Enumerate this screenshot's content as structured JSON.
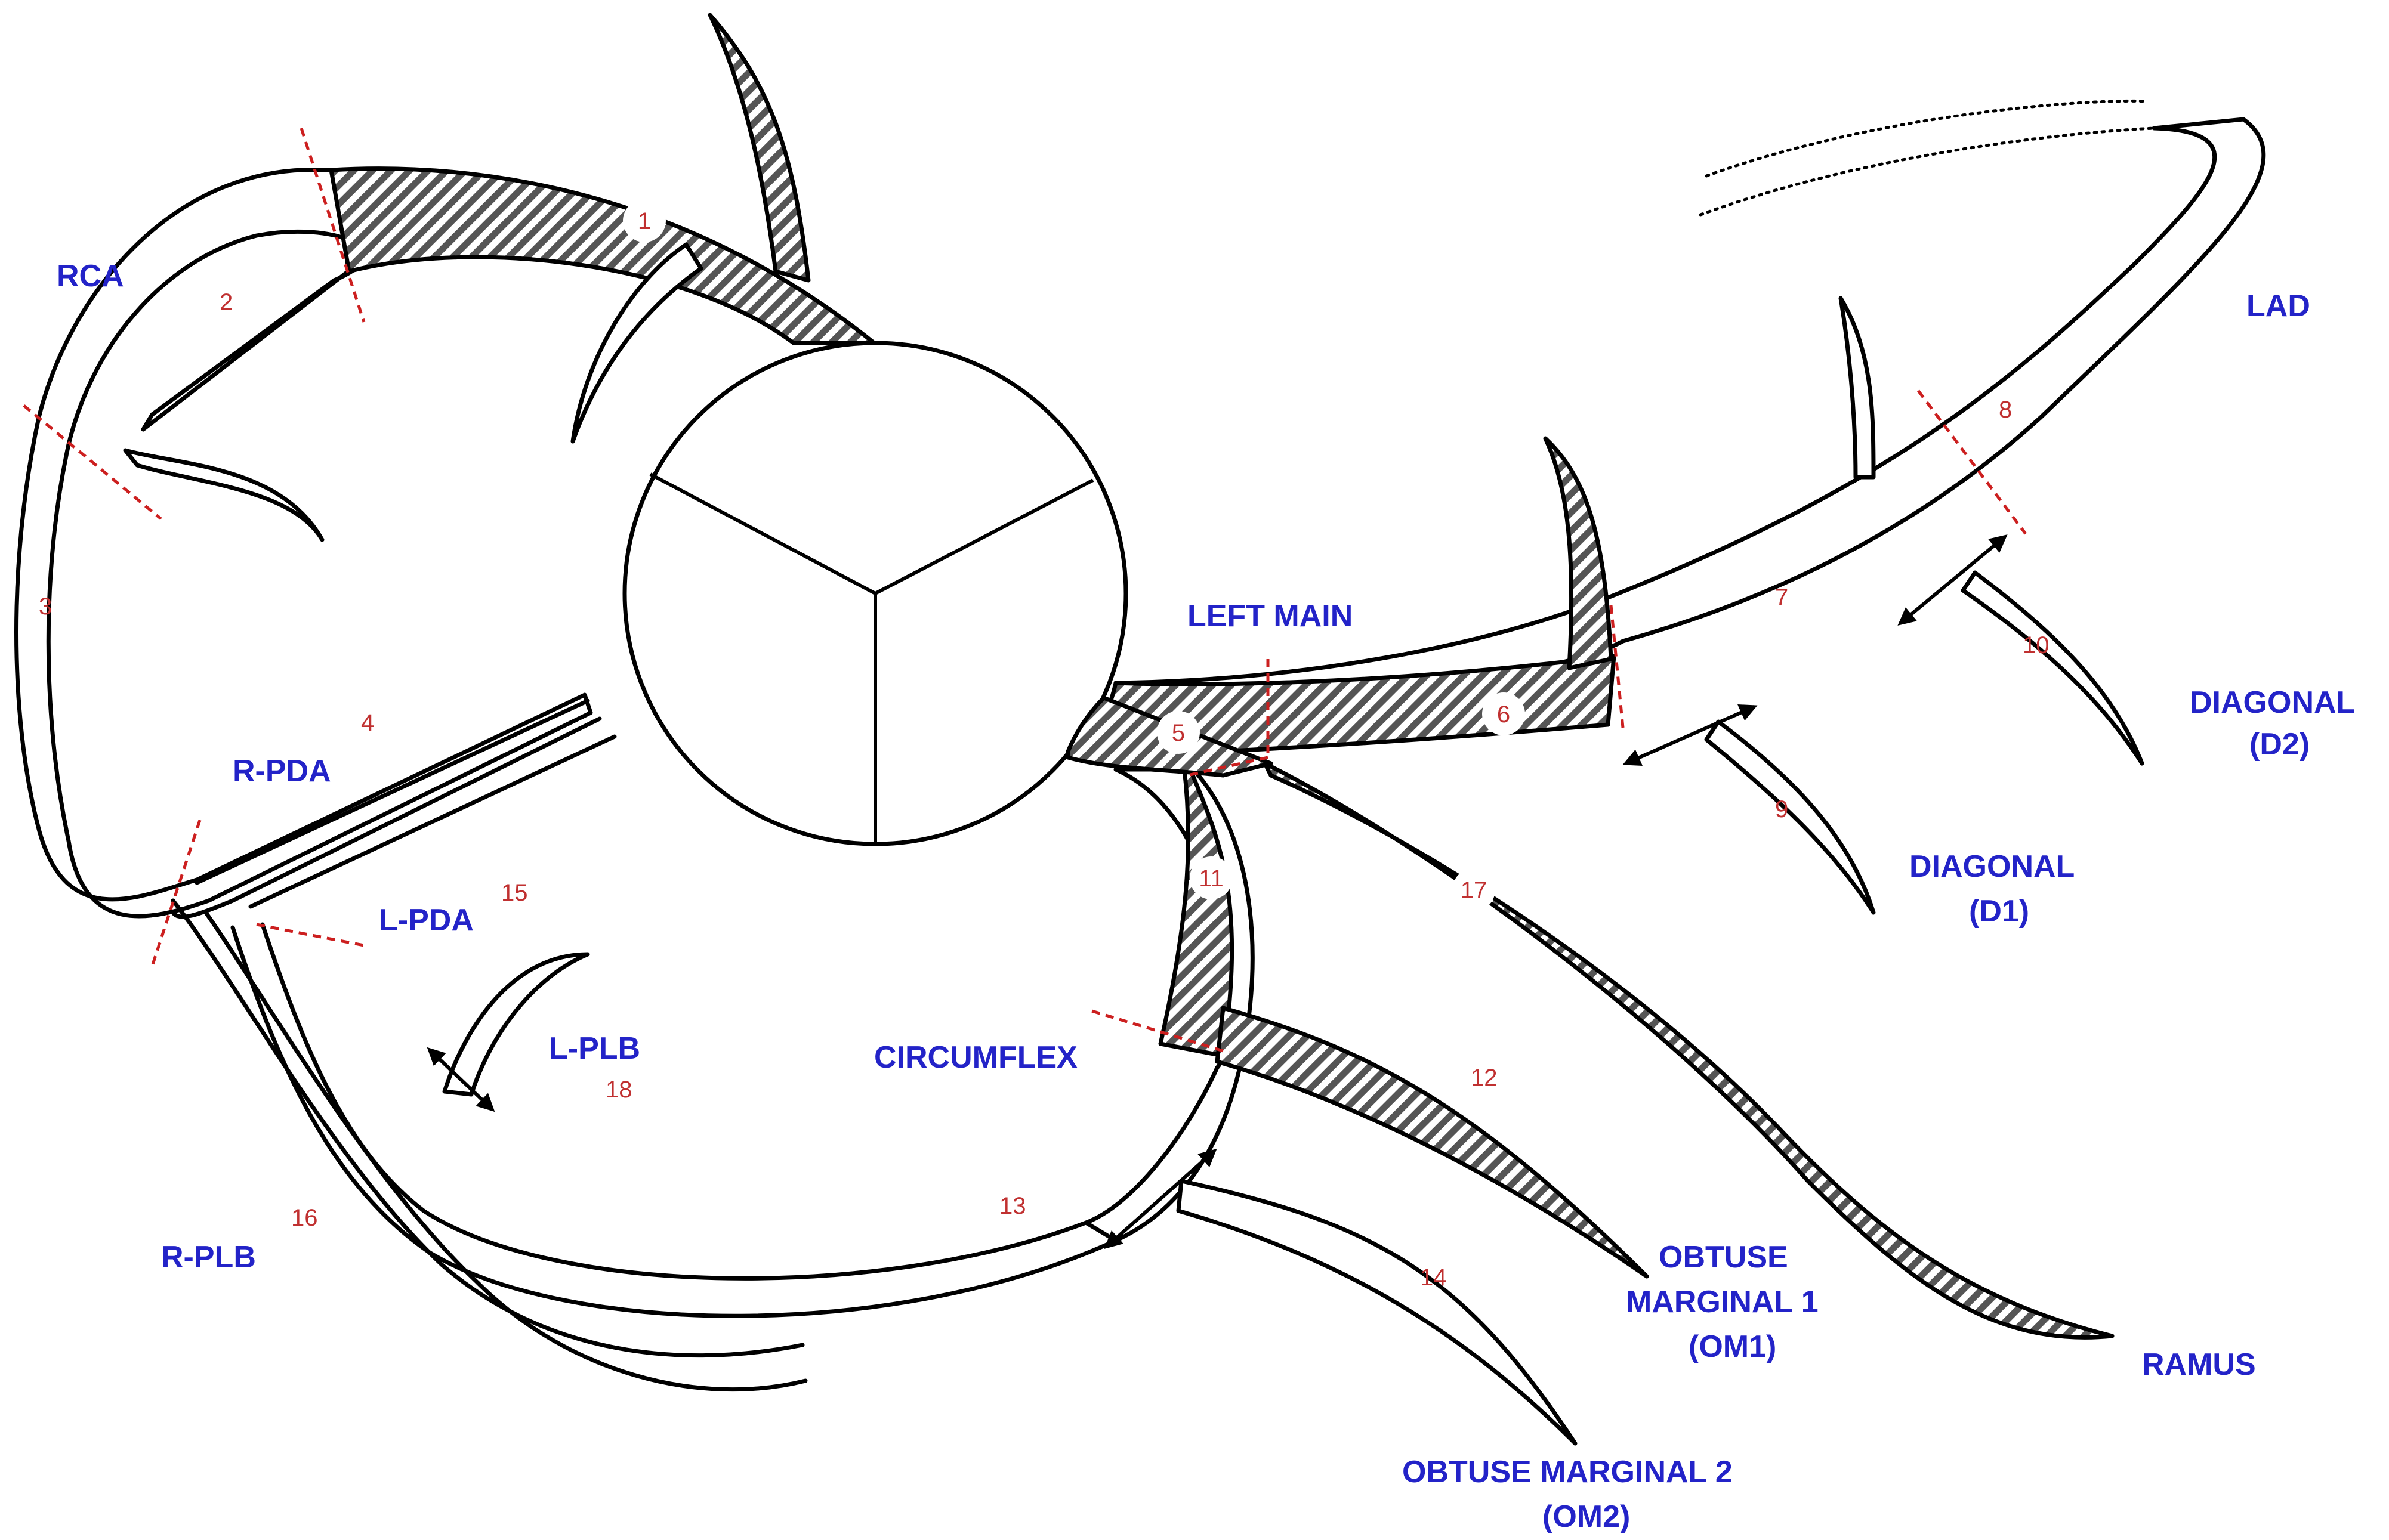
{
  "labels": {
    "rca": "RCA",
    "lad": "LAD",
    "left_main": "LEFT MAIN",
    "diagonal_d2_line1": "DIAGONAL",
    "diagonal_d2_line2": "(D2)",
    "diagonal_d1_line1": "DIAGONAL",
    "diagonal_d1_line2": "(D1)",
    "r_pda": "R-PDA",
    "l_pda": "L-PDA",
    "l_plb": "L-PLB",
    "r_plb": "R-PLB",
    "circumflex": "CIRCUMFLEX",
    "om1_line1": "OBTUSE",
    "om1_line2": "MARGINAL 1",
    "om1_line3": "(OM1)",
    "om2_line1": "OBTUSE MARGINAL 2",
    "om2_line2": "(OM2)",
    "ramus": "RAMUS"
  },
  "segments": {
    "s1": "1",
    "s2": "2",
    "s3": "3",
    "s4": "4",
    "s5": "5",
    "s6": "6",
    "s7": "7",
    "s8": "8",
    "s9": "9",
    "s10": "10",
    "s11": "11",
    "s12": "12",
    "s13": "13",
    "s14": "14",
    "s15": "15",
    "s16": "16",
    "s17": "17",
    "s18": "18"
  },
  "colors": {
    "label_blue": "#2323c8",
    "segment_red": "#c03030",
    "cut_line_red": "#cc1f1f",
    "outline": "#000000",
    "hatch_dark": "#555555"
  }
}
